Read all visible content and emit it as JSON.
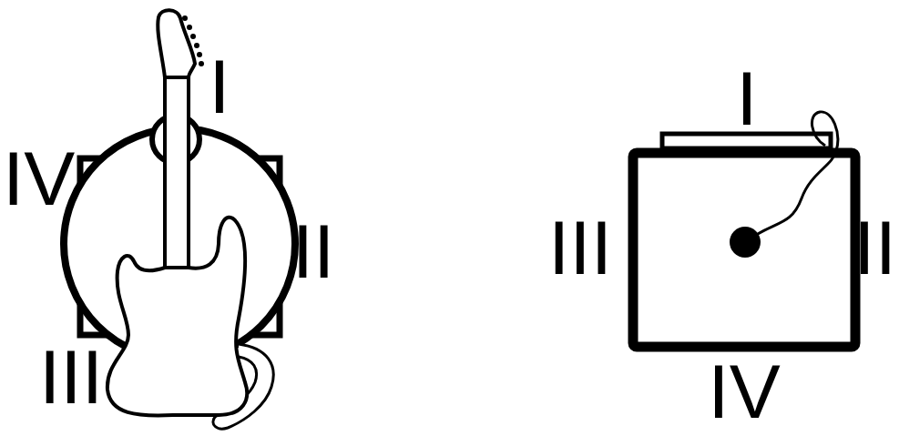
{
  "diagram": {
    "labels": [
      "I",
      "IV",
      "II",
      "III",
      "I",
      "III",
      "II",
      "IV"
    ]
  }
}
